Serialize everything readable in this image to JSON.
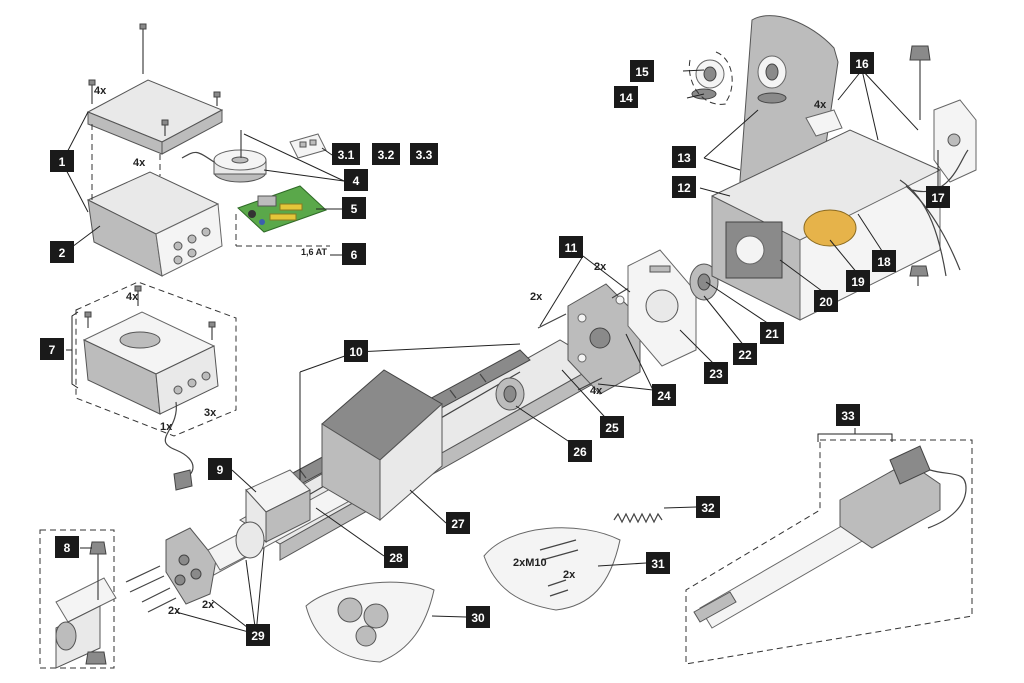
{
  "callouts": [
    {
      "id": "c1",
      "label": "1"
    },
    {
      "id": "c2",
      "label": "2"
    },
    {
      "id": "c3_1",
      "label": "3.1"
    },
    {
      "id": "c3_2",
      "label": "3.2"
    },
    {
      "id": "c3_3",
      "label": "3.3"
    },
    {
      "id": "c4",
      "label": "4"
    },
    {
      "id": "c5",
      "label": "5"
    },
    {
      "id": "c6",
      "label": "6"
    },
    {
      "id": "c7",
      "label": "7"
    },
    {
      "id": "c8",
      "label": "8"
    },
    {
      "id": "c9",
      "label": "9"
    },
    {
      "id": "c10",
      "label": "10"
    },
    {
      "id": "c11",
      "label": "11"
    },
    {
      "id": "c12",
      "label": "12"
    },
    {
      "id": "c13",
      "label": "13"
    },
    {
      "id": "c14",
      "label": "14"
    },
    {
      "id": "c15",
      "label": "15"
    },
    {
      "id": "c16",
      "label": "16"
    },
    {
      "id": "c17",
      "label": "17"
    },
    {
      "id": "c18",
      "label": "18"
    },
    {
      "id": "c19",
      "label": "19"
    },
    {
      "id": "c20",
      "label": "20"
    },
    {
      "id": "c21",
      "label": "21"
    },
    {
      "id": "c22",
      "label": "22"
    },
    {
      "id": "c23",
      "label": "23"
    },
    {
      "id": "c24",
      "label": "24"
    },
    {
      "id": "c25",
      "label": "25"
    },
    {
      "id": "c26",
      "label": "26"
    },
    {
      "id": "c27",
      "label": "27"
    },
    {
      "id": "c28",
      "label": "28"
    },
    {
      "id": "c29",
      "label": "29"
    },
    {
      "id": "c30",
      "label": "30"
    },
    {
      "id": "c31",
      "label": "31"
    },
    {
      "id": "c32",
      "label": "32"
    },
    {
      "id": "c33",
      "label": "33"
    }
  ],
  "annotations": {
    "cover_screws": "4x",
    "box_screws": "4x",
    "fuse_rating": "1,6 AT",
    "assembled_box_screws": "4x",
    "cable_gland_1": "1x",
    "cable_gland_3": "3x",
    "flange_screws_2x_a": "2x",
    "flange_screws_2x_b": "2x",
    "plate_screws_3x": "3x",
    "plate_screws_4x": "4x",
    "housing_screws_4x": "4x",
    "bracket_screws_2x_a": "2x",
    "bracket_screws_2x_b": "2x",
    "bag_m10": "2xM10",
    "bag_2x": "2x"
  }
}
